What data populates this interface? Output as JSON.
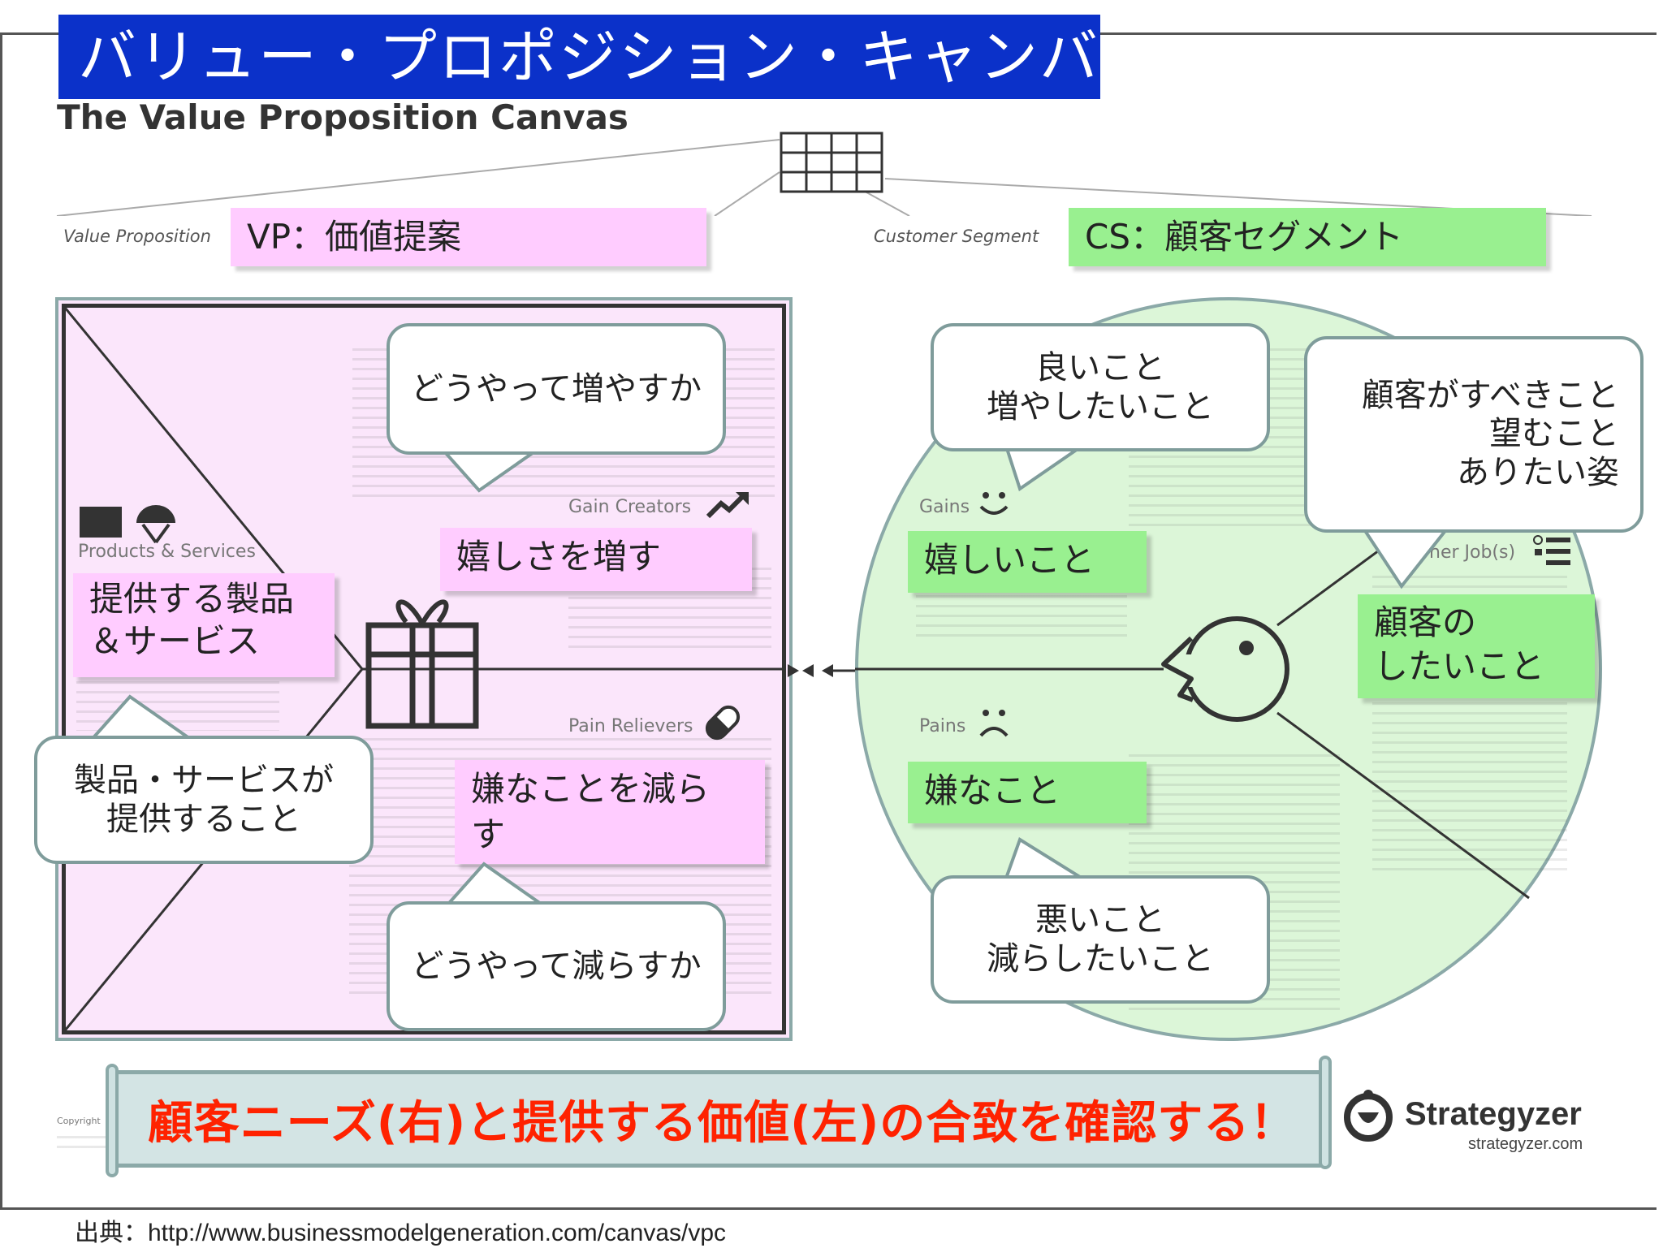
{
  "title_jp": "バリュー・プロポジション・キャンバス",
  "title_en": "The Value Proposition Canvas",
  "vp_label": "Value Proposition",
  "cs_label": "Customer Segment",
  "vp_tag": "VP：価値提案",
  "cs_tag": "CS：顧客セグメント",
  "left": {
    "products_label": "Products & Services",
    "gain_creators_label": "Gain Creators",
    "pain_relievers_label": "Pain Relievers",
    "products_tag_line1": "提供する製品",
    "products_tag_line2": "＆サービス",
    "gain_tag": "嬉しさを増す",
    "pain_tag_line1": "嫌なことを減ら",
    "pain_tag_line2": "す",
    "bubble_gain": "どうやって増やすか",
    "bubble_pain": "どうやって減らすか",
    "bubble_products_line1": "製品・サービスが",
    "bubble_products_line2": "提供すること"
  },
  "right": {
    "gains_label": "Gains",
    "pains_label": "Pains",
    "jobs_label": "ner Job(s)",
    "gains_tag": "嬉しいこと",
    "pains_tag": "嫌なこと",
    "jobs_tag_line1": "顧客の",
    "jobs_tag_line2": "したいこと",
    "bubble_gains_line1": "良いこと",
    "bubble_gains_line2": "増やしたいこと",
    "bubble_pains_line1": "悪いこと",
    "bubble_pains_line2": "減らしたいこと",
    "bubble_jobs_line1": "顧客がすべきこと",
    "bubble_jobs_line2": "望むこと",
    "bubble_jobs_line3": "ありたい姿"
  },
  "banner": "顧客ニーズ(右)と提供する価値(左)の合致を確認する！",
  "brand": {
    "name": "Strategyzer",
    "url": "strategyzer.com"
  },
  "copyright_fragment": "Copyright",
  "source": "出典：http://www.businessmodelgeneration.com/canvas/vpc"
}
